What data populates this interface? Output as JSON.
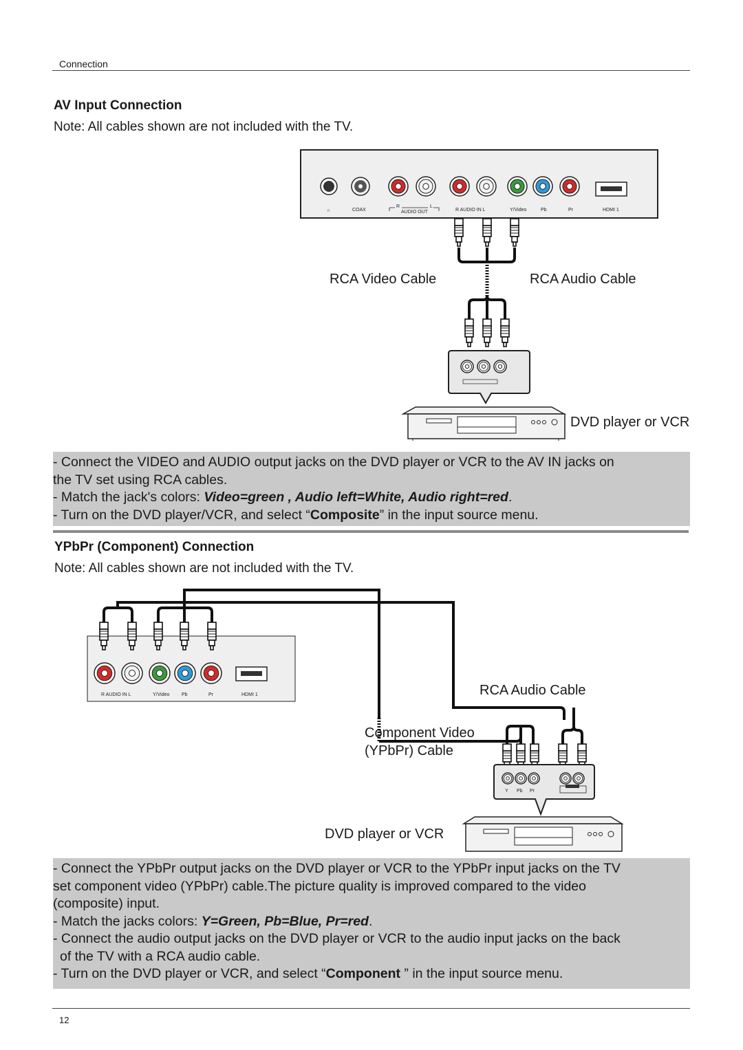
{
  "header": {
    "section": "Connection"
  },
  "av": {
    "title": "AV Input Connection",
    "note": "Note: All cables shown are not included with the TV.",
    "panel_labels": {
      "coax": "COAX",
      "r": "R",
      "l": "L",
      "audio_out": "AUDIO OUT",
      "audio_in": "R AUDIO IN L",
      "yvideo": "Y/Video",
      "pb": "Pb",
      "pr": "Pr",
      "hdmi": "HDMI 1"
    },
    "video_cable": "RCA Video Cable",
    "audio_cable": "RCA Audio Cable",
    "device": "DVD player or VCR",
    "instr": {
      "l1a": "- Connect the VIDEO and AUDIO output jacks on the DVD player or VCR to the AV IN jacks on",
      "l1b": "the TV set using RCA cables.",
      "l2_pre": "- Match the jack's colors: ",
      "l2_em": "Video=green , Audio left=White, Audio right=red",
      "l2_post": ".",
      "l3_pre": "- Turn on the DVD player/VCR, and select “",
      "l3_b": "Composite",
      "l3_post": "” in the input source menu."
    }
  },
  "ypbpr": {
    "title": "YPbPr (Component) Connection",
    "note": "Note: All cables shown are not included with the TV.",
    "panel_labels": {
      "audio_in": "R AUDIO IN L",
      "yvideo": "Y/Video",
      "pb": "Pb",
      "pr": "Pr",
      "hdmi": "HDMI 1"
    },
    "audio_cable": "RCA Audio Cable",
    "video_cable_1": "Component Video",
    "video_cable_2": "(YPbPr) Cable",
    "device": "DVD player or VCR",
    "dvd_labels": {
      "y": "Y",
      "pb": "Pb",
      "pr": "Pr"
    },
    "instr": {
      "l1a": "- Connect the YPbPr output jacks on the DVD player or VCR to the YPbPr input jacks on the TV",
      "l1b": "set component video (YPbPr) cable.The picture quality is improved compared to the video",
      "l1c": "(composite) input.",
      "l2_pre": "- Match the jacks colors: ",
      "l2_em": "Y=Green, Pb=Blue, Pr=red",
      "l2_post": ".",
      "l3a": "- Connect the audio output jacks on the DVD player or VCR to the audio input jacks on the back",
      "l3b": "of the TV with a RCA audio cable.",
      "l4_pre": "- Turn on the DVD player or VCR, and select “",
      "l4_b": "Component",
      "l4_post": " ” in the input source menu."
    }
  },
  "footer": {
    "page": "12"
  },
  "colors": {
    "red": "#d42a2a",
    "green": "#3a9a3a",
    "blue": "#2f9ad8",
    "white": "#f2f2f2",
    "box": "#c9c9c9"
  }
}
